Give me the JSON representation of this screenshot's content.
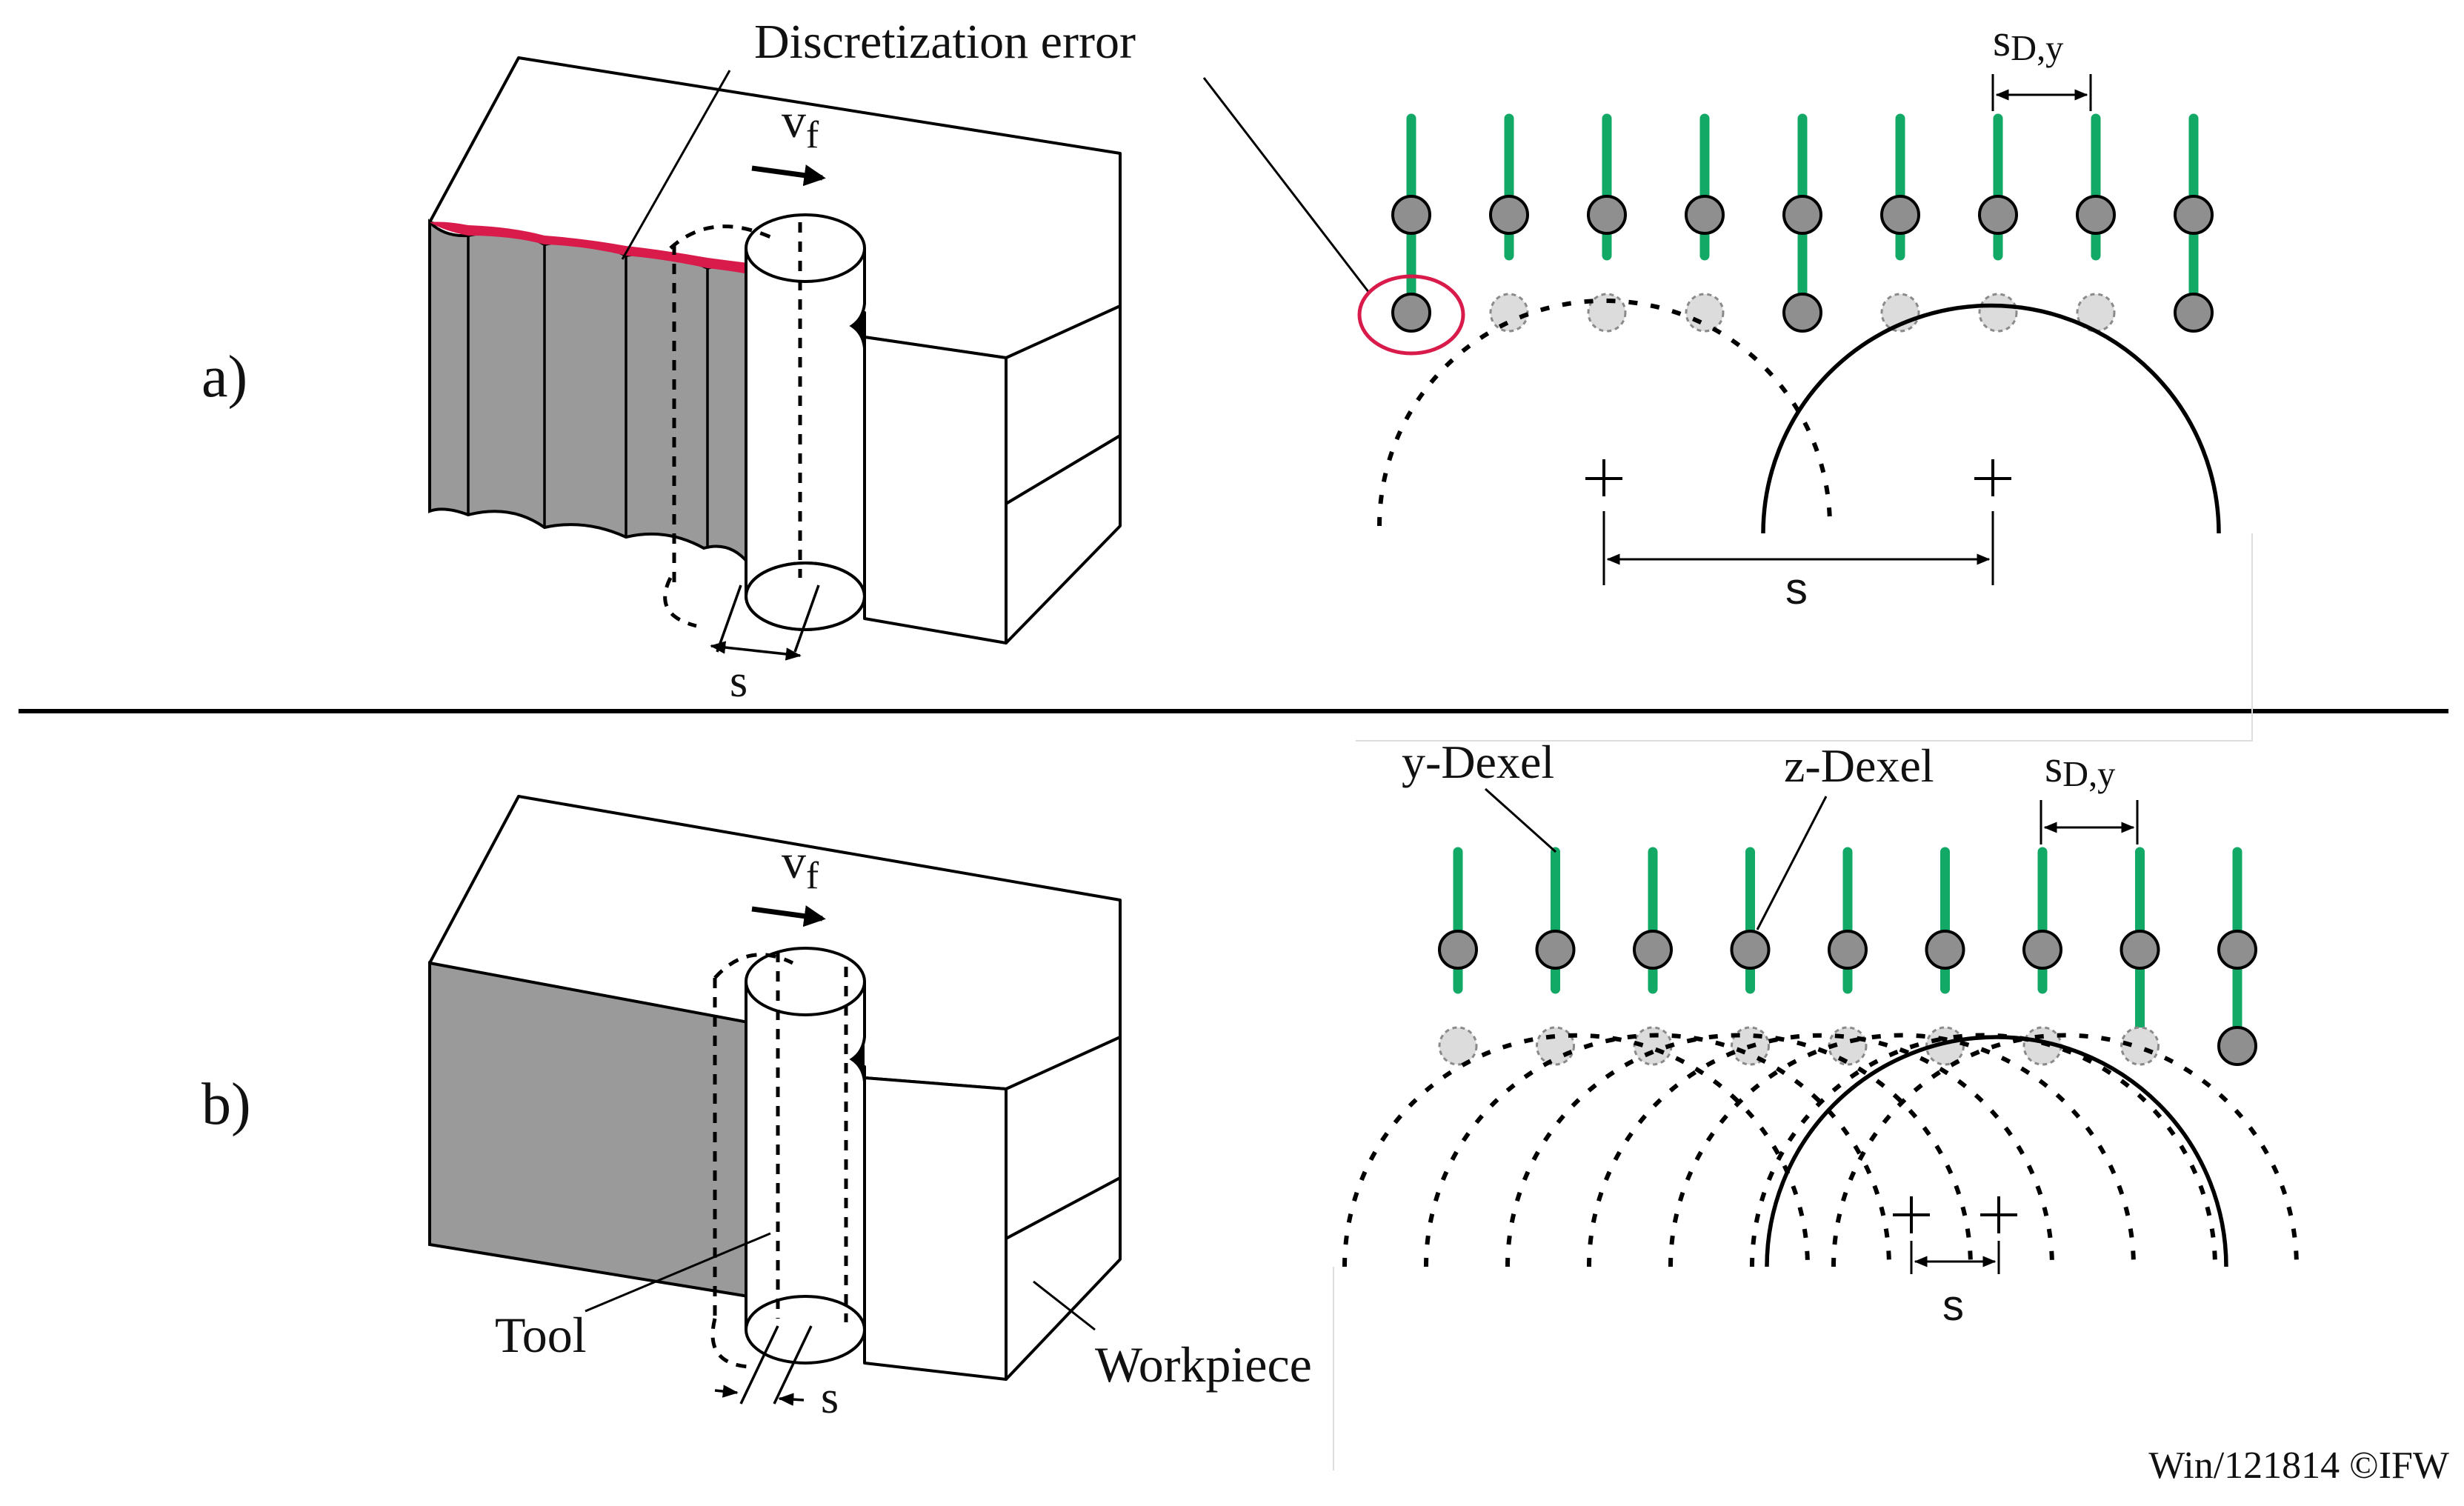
{
  "labels": {
    "panel_a": "a)",
    "panel_b": "b)",
    "discretization_error": "Discretization error",
    "feed_a_main": "v",
    "feed_a_sub": "f",
    "feed_b_main": "v",
    "feed_b_sub": "f",
    "step_a_left": "s",
    "step_a_right": "s",
    "step_b_left": "s",
    "step_b_right": "s",
    "dexel_spacing_a_main": "s",
    "dexel_spacing_a_sub": "D,y",
    "dexel_spacing_b_main": "s",
    "dexel_spacing_b_sub": "D,y",
    "y_dexel": "y-Dexel",
    "z_dexel": "z-Dexel",
    "tool": "Tool",
    "workpiece": "Workpiece",
    "copyright": "Win/121814 ©IFW"
  },
  "colors": {
    "dexel_green": "#12a865",
    "node_gray": "#8f8f8f",
    "node_light": "#dcdcdc",
    "machined_surface": "#9a9a9a",
    "error_highlight": "#d81b4a",
    "line": "#000000"
  },
  "icons": {
    "feed_direction": "right-arrow-icon",
    "tool_center": "cross-mark-icon"
  }
}
